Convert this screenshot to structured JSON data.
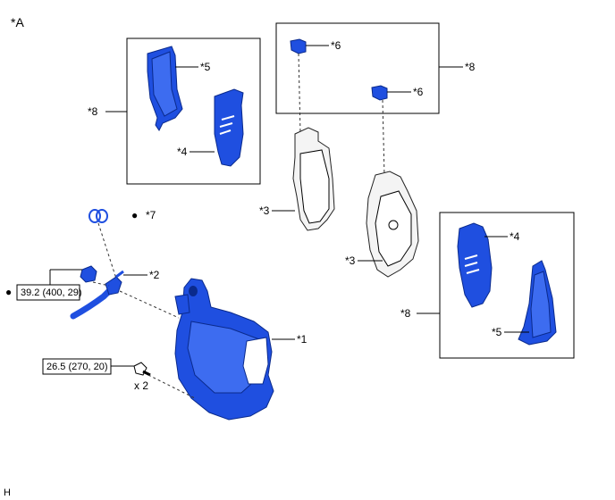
{
  "figure_label": "*A",
  "footer_code": "H",
  "bullet": "●",
  "labels": {
    "caliper": "*1",
    "bolt_union": "*2",
    "pad": "*3",
    "shim_inner": "*4",
    "shim_outer": "*5",
    "clip": "*6",
    "gasket": "*7",
    "kit": "*8"
  },
  "torque": {
    "union_bolt": "39.2 (400, 29)",
    "mount_bolt": "26.5 (270, 20)"
  },
  "quantity": "x 2",
  "colors": {
    "part_blue": "#1f4fe0",
    "outline": "#000000"
  }
}
